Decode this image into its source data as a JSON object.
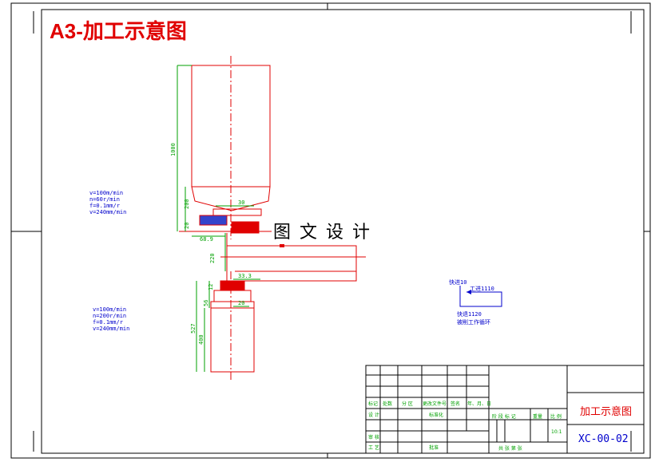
{
  "sheet": {
    "title": "A3-加工示意图",
    "watermark": "图 文 设 计"
  },
  "upper_assembly": {
    "dims": {
      "height_total": "1000",
      "height_lower": "200",
      "width_top": "30",
      "offset": "20",
      "feed": "68.9",
      "gap": "220"
    },
    "params": [
      "v=100m/min",
      "n=60r/min",
      "f=0.1mm/r",
      "v=240mm/min"
    ]
  },
  "lower_assembly": {
    "dims": {
      "width_top": "33.3",
      "h1": "12",
      "h2": "56",
      "offset": "20",
      "h_total": "527",
      "h_lower": "400"
    },
    "params": [
      "v=100m/min",
      "n=200r/min",
      "f=0.1mm/r",
      "v=240mm/min"
    ]
  },
  "path_note": {
    "label_1": "快进10",
    "label_2": "工进1110",
    "label_3": "快退1120",
    "label_4": "被削工作循环"
  },
  "title_block": {
    "header_labels": [
      "标记",
      "处数",
      "分 区",
      "更改文件号",
      "签名",
      "年、月、日"
    ],
    "row_labels": [
      "设 计",
      "标准化"
    ],
    "stage_labels": [
      "阶 段 标 记",
      "重量",
      "比 例"
    ],
    "scale": "10:1",
    "bottom_left": [
      "审 核",
      "工 艺",
      "批准"
    ],
    "sheet_info": [
      "共 张 第 张"
    ],
    "drawing_name": "加工示意图",
    "drawing_code": "XC-00-02"
  }
}
